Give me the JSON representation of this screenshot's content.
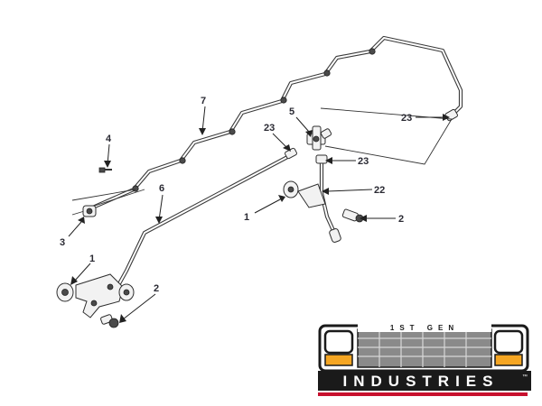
{
  "callouts": [
    {
      "label": "7"
    },
    {
      "label": "4"
    },
    {
      "label": "6"
    },
    {
      "label": "3"
    },
    {
      "label": "1"
    },
    {
      "label": "2"
    },
    {
      "label": "5"
    },
    {
      "label": "23"
    },
    {
      "label": "23"
    },
    {
      "label": "23"
    },
    {
      "label": "22"
    },
    {
      "label": "1"
    },
    {
      "label": "2"
    }
  ],
  "logo": {
    "subtitle": "1ST GEN",
    "name": "INDUSTRIES",
    "trademark": "™",
    "colors": {
      "accent": "#c8102e",
      "amber": "#f5a623",
      "grille": "#8a8a8a"
    }
  }
}
